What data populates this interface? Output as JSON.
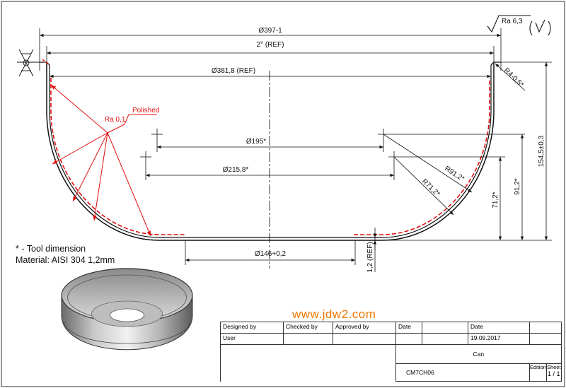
{
  "dimensions": {
    "outer_diameter": "Ø397-1",
    "ref_angle": "2° (REF)",
    "inner_diameter_ref": "Ø381,8 (REF)",
    "d195": "Ø195*",
    "d215": "Ø215,8*",
    "bottom_diameter": "Ø146+0,2",
    "thickness_ref": "1,2 (REF)",
    "total_height": "154,5±0,3",
    "h912": "91,2*",
    "h712": "71,2*",
    "r912": "R91,2*",
    "r712": "R71,2*",
    "r_edge": "R4-0,5*"
  },
  "surface": {
    "ra_general": "Ra 6,3",
    "ra_polished": "Ra 0,1",
    "polished_label": "Polished"
  },
  "notes": {
    "tool_dimension": "* - Tool dimension",
    "material": "Material: AISI 304 1,2mm"
  },
  "watermark": "www.jdw2.com",
  "title_block": {
    "designed_by_label": "Designed by",
    "checked_by_label": "Checked by",
    "approved_by_label": "Approved by",
    "date_label": "Date",
    "date_label_2": "Date",
    "designer": "User",
    "date": "19.09.2017",
    "title": "Can",
    "drawing_number": "CM7CH06",
    "edition_label": "Edition",
    "sheet_label": "Sheet",
    "sheet": "1 / 1"
  },
  "colors": {
    "line": "#1a1a1a",
    "polished": "#e01010",
    "watermark": "#f07800"
  }
}
